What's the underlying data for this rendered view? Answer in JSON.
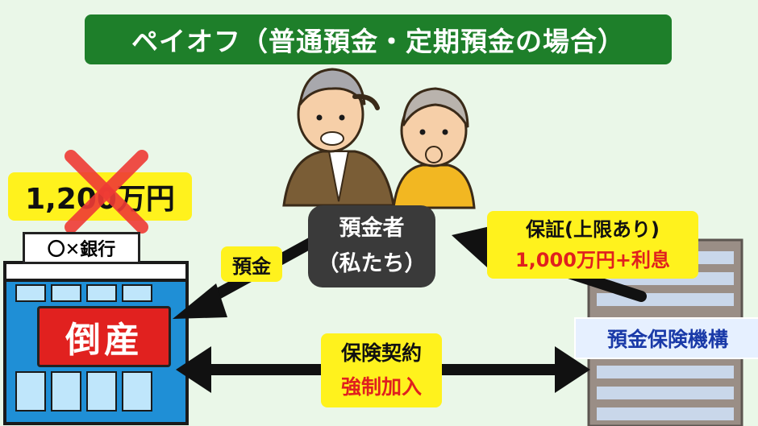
{
  "title": "ペイオフ（普通預金・定期預金の場合）",
  "bank": {
    "amount": "1,200万円",
    "name": "〇✕銀行",
    "status": "倒産"
  },
  "depositor": {
    "line1": "預金者",
    "line2": "（私たち）"
  },
  "arrow_labels": {
    "deposit": "預金",
    "guarantee_line1": "保証(上限あり)",
    "guarantee_line2": "1,000万円+利息",
    "contract_line1": "保険契約",
    "contract_line2": "強制加入"
  },
  "organization": "預金保険機構",
  "colors": {
    "title_bg": "#1e7f2a",
    "label_bg": "#fff21d",
    "emphasis_red": "#e0201e",
    "bank_blue": "#1f8fd6",
    "background": "#eaf7e8"
  },
  "icons": [
    "cross-out-icon",
    "bank-building-icon",
    "office-building-icon",
    "elderly-couple-icon"
  ]
}
